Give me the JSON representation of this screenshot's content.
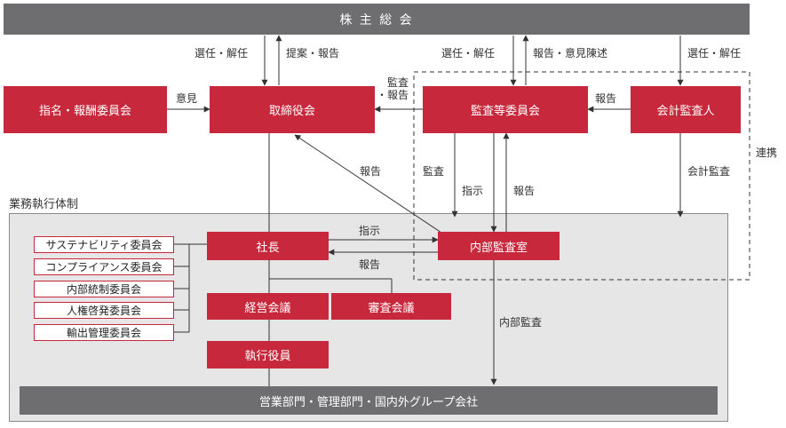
{
  "shareholders": "株 主 総 会",
  "board": "取締役会",
  "nomination": "指名・報酬委員会",
  "audit_committee": "監査等委員会",
  "auditor": "会計監査人",
  "exec_system": "業務執行体制",
  "president": "社長",
  "internal_audit_office": "内部監査室",
  "management_meeting": "経営会議",
  "review_meeting": "審査会議",
  "officers": "執行役員",
  "departments": "営業部門・管理部門・国内外グループ会社",
  "committees": [
    "サステナビリティ委員会",
    "コンプライアンス委員会",
    "内部統制委員会",
    "人権啓発委員会",
    "輸出管理委員会"
  ],
  "labels": {
    "elect1": "選任・解任",
    "propose": "提案・報告",
    "elect2": "選任・解任",
    "report_opinion": "報告・意見陳述",
    "elect3": "選任・解任",
    "opinion": "意見",
    "audit_report": "監査\n・報告",
    "report1": "報告",
    "report2": "報告",
    "audit": "監査",
    "instruct1": "指示",
    "report3": "報告",
    "accounting_audit": "会計監査",
    "coop": "連携",
    "instruct2": "指示",
    "report4": "報告",
    "internal_audit": "内部監査"
  },
  "colors": {
    "accent": "#c8283c",
    "bar": "#6e6e70",
    "area": "#e6e6e7"
  }
}
